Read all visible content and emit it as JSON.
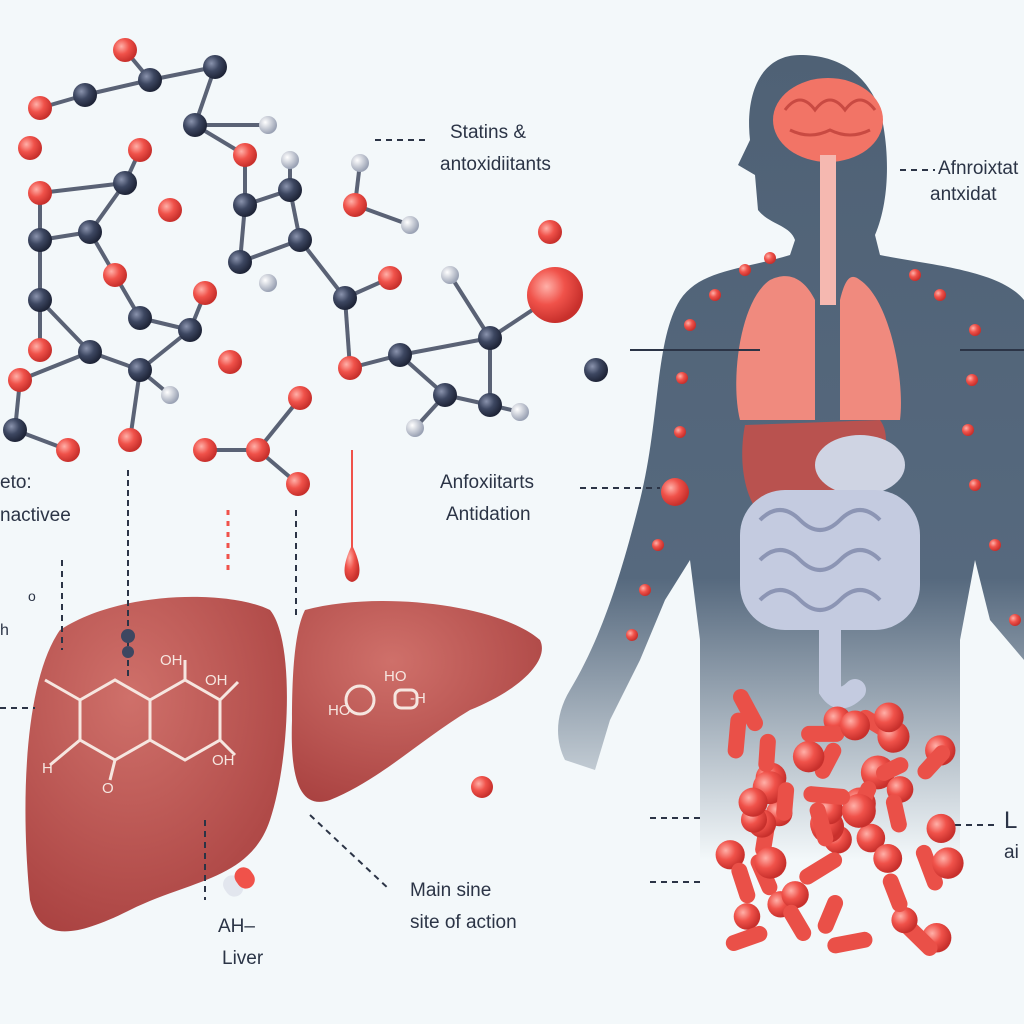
{
  "labels": {
    "statins_line1": "Statins &",
    "statins_line2": "antoxidiitants",
    "body_line1": "Afnroixtat",
    "body_line2": "antxidat",
    "mid_line1": "Anfoxiitarts",
    "mid_line2": "Antidation",
    "left_line1": "eto:",
    "left_line2": "nactivee",
    "left_small": "h",
    "left_small_o": "o",
    "main_line1": "Main sine",
    "main_line2": "site of action",
    "liver_line1": "AH–",
    "liver_line2": "Liver",
    "pills_line1": "L",
    "pills_line2": "ai"
  },
  "chem": {
    "oh1": "OH",
    "oh2": "OH",
    "oh3": "OH",
    "h_left": "H",
    "o_bottom": "O",
    "ho_top": "HO",
    "h_minus": "-H",
    "ho_left": "HO"
  },
  "colors": {
    "background": "#f3f8fa",
    "liver": "#b9524f",
    "body": "#4f6175",
    "atom_red": "#f0524a",
    "atom_dark": "#3d4761",
    "lungs": "#f08a7e",
    "intestine": "#c4cbe0"
  }
}
